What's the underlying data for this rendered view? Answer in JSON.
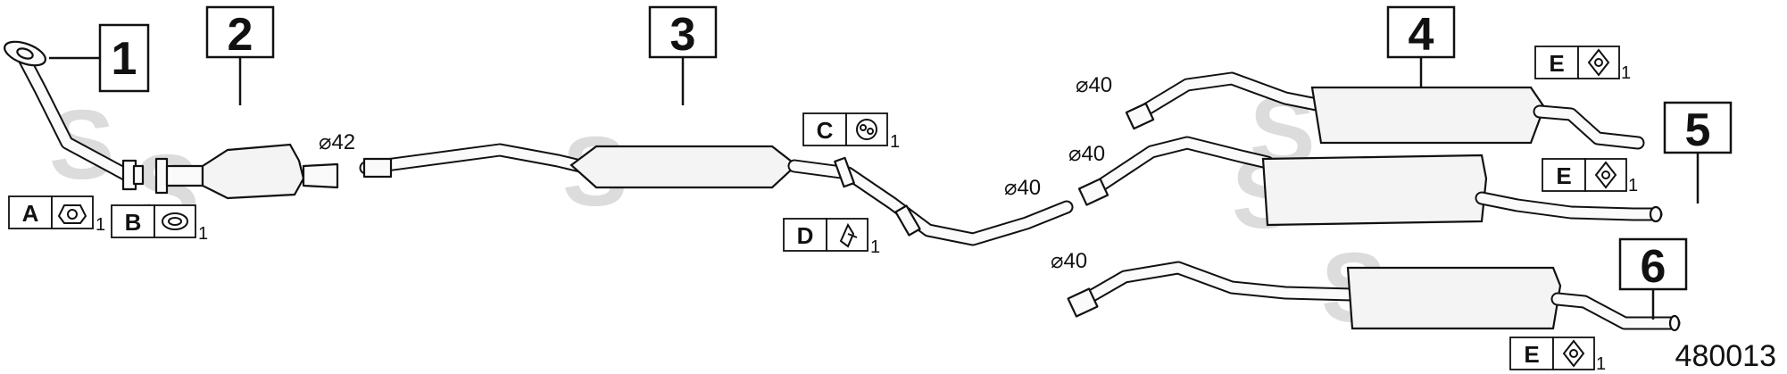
{
  "parts": [
    {
      "number": "1"
    },
    {
      "number": "2"
    },
    {
      "number": "3"
    },
    {
      "number": "4"
    },
    {
      "number": "5"
    },
    {
      "number": "6"
    }
  ],
  "diameters": {
    "d42": "⌀42",
    "d40_a": "⌀40",
    "d40_b": "⌀40",
    "d40_c": "⌀40",
    "d40_d": "⌀40"
  },
  "fittings": [
    {
      "letter": "A",
      "qty": "1",
      "icon": "flange-gasket-icon"
    },
    {
      "letter": "B",
      "qty": "1",
      "icon": "ring-gasket-icon"
    },
    {
      "letter": "C",
      "qty": "1",
      "icon": "rubber-mount-icon"
    },
    {
      "letter": "D",
      "qty": "1",
      "icon": "pipe-clamp-icon"
    },
    {
      "letter": "E",
      "qty": "1",
      "icon": "hanger-rubber-icon"
    },
    {
      "letter": "E",
      "qty": "1",
      "icon": "hanger-rubber-icon"
    },
    {
      "letter": "E",
      "qty": "1",
      "icon": "hanger-rubber-icon"
    }
  ],
  "diagram_code": "480013",
  "colors": {
    "line": "#111111",
    "fill": "#f4f4f4",
    "watermark": "#dcdcdc"
  }
}
